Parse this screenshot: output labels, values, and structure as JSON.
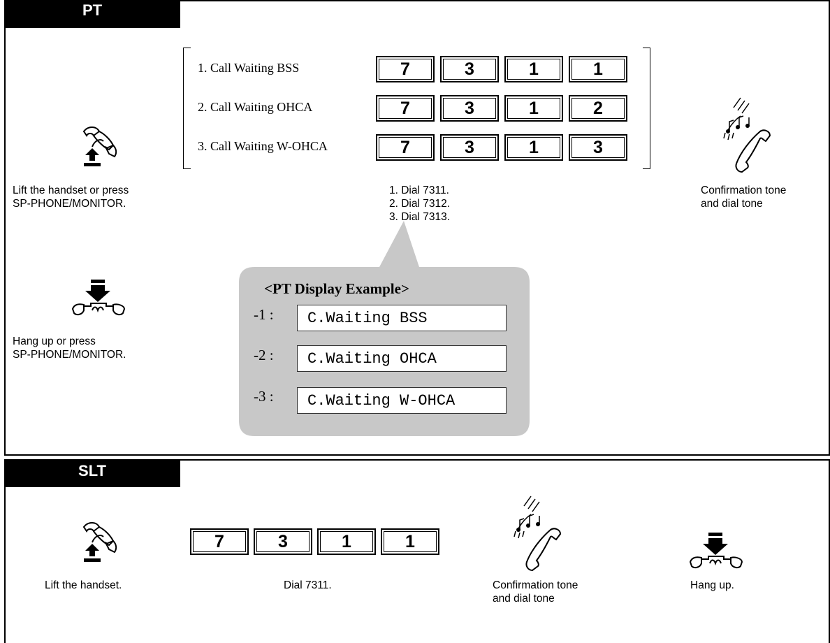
{
  "pt": {
    "tab": "PT",
    "lift_caption": [
      "Lift the handset or press",
      "SP-PHONE/MONITOR."
    ],
    "hangup_caption": [
      "Hang up or press",
      "SP-PHONE/MONITOR."
    ],
    "rows": [
      {
        "label": "1. Call Waiting BSS",
        "keys": [
          "7",
          "3",
          "1",
          "1"
        ]
      },
      {
        "label": "2. Call Waiting OHCA",
        "keys": [
          "7",
          "3",
          "1",
          "2"
        ]
      },
      {
        "label": "3. Call Waiting W-OHCA",
        "keys": [
          "7",
          "3",
          "1",
          "3"
        ]
      }
    ],
    "dial_notes": [
      "1. Dial 7311.",
      "2. Dial 7312.",
      "3. Dial 7313."
    ],
    "tone_caption": [
      "Confirmation tone",
      "and dial tone"
    ],
    "display": {
      "title": "<PT Display Example>",
      "items": [
        {
          "index": "-1 :",
          "text": "C.Waiting BSS"
        },
        {
          "index": "-2 :",
          "text": "C.Waiting OHCA"
        },
        {
          "index": "-3 :",
          "text": "C.Waiting W-OHCA"
        }
      ]
    }
  },
  "slt": {
    "tab": "SLT",
    "lift_caption": "Lift the handset.",
    "keys": [
      "7",
      "3",
      "1",
      "1"
    ],
    "dial_caption": "Dial 7311.",
    "tone_caption": [
      "Confirmation tone",
      "and dial tone"
    ],
    "hangup_caption": "Hang up."
  },
  "icons": {
    "offhook": "handset-lift-icon",
    "onhook": "handset-hangup-icon",
    "tone": "confirmation-tone-icon"
  }
}
